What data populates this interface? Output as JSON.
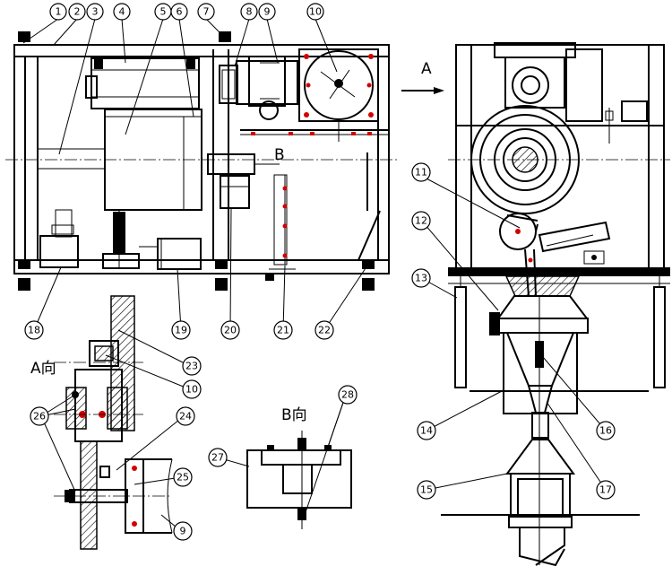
{
  "view_labels": {
    "a_arrow": "A",
    "b_arrow": "B",
    "a_view": "A向",
    "b_view": "B向"
  },
  "balloons": [
    {
      "id": "b1",
      "label": "1"
    },
    {
      "id": "b2",
      "label": "2"
    },
    {
      "id": "b3",
      "label": "3"
    },
    {
      "id": "b4",
      "label": "4"
    },
    {
      "id": "b5",
      "label": "5"
    },
    {
      "id": "b6",
      "label": "6"
    },
    {
      "id": "b7",
      "label": "7"
    },
    {
      "id": "b8",
      "label": "8"
    },
    {
      "id": "b9",
      "label": "9"
    },
    {
      "id": "b10",
      "label": "10"
    },
    {
      "id": "b11",
      "label": "11"
    },
    {
      "id": "b12",
      "label": "12"
    },
    {
      "id": "b13",
      "label": "13"
    },
    {
      "id": "b14",
      "label": "14"
    },
    {
      "id": "b15",
      "label": "15"
    },
    {
      "id": "b16",
      "label": "16"
    },
    {
      "id": "b17",
      "label": "17"
    },
    {
      "id": "b18",
      "label": "18"
    },
    {
      "id": "b19",
      "label": "19"
    },
    {
      "id": "b20",
      "label": "20"
    },
    {
      "id": "b21",
      "label": "21"
    },
    {
      "id": "b22",
      "label": "22"
    },
    {
      "id": "b23",
      "label": "23"
    },
    {
      "id": "b10b",
      "label": "10"
    },
    {
      "id": "b24",
      "label": "24"
    },
    {
      "id": "b25",
      "label": "25"
    },
    {
      "id": "b26",
      "label": "26"
    },
    {
      "id": "b27",
      "label": "27"
    },
    {
      "id": "b28",
      "label": "28"
    },
    {
      "id": "b9b",
      "label": "9"
    }
  ],
  "colors": {
    "line": "#000000",
    "bolt": "#d40000",
    "background": "#ffffff"
  }
}
